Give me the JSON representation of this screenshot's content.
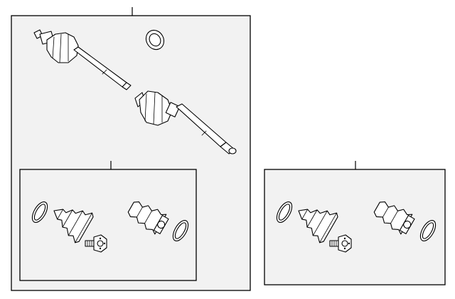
{
  "diagram": {
    "background": "#ffffff",
    "panel_fill": "#f2f2f2",
    "line_color": "#000000",
    "groups": [
      {
        "name": "axle-assembly",
        "parts": [
          "axle-shaft",
          "seal-ring",
          "outer-cv-joint",
          "inner-cv-joint"
        ]
      },
      {
        "name": "outer-boot-kit",
        "parts": [
          "clamp-ring",
          "cv-boot",
          "hub-nut",
          "boot",
          "clamp-ring"
        ]
      },
      {
        "name": "inner-boot-kit",
        "parts": [
          "clamp-ring",
          "cv-boot",
          "hub-nut",
          "boot",
          "clamp-ring"
        ]
      }
    ]
  }
}
